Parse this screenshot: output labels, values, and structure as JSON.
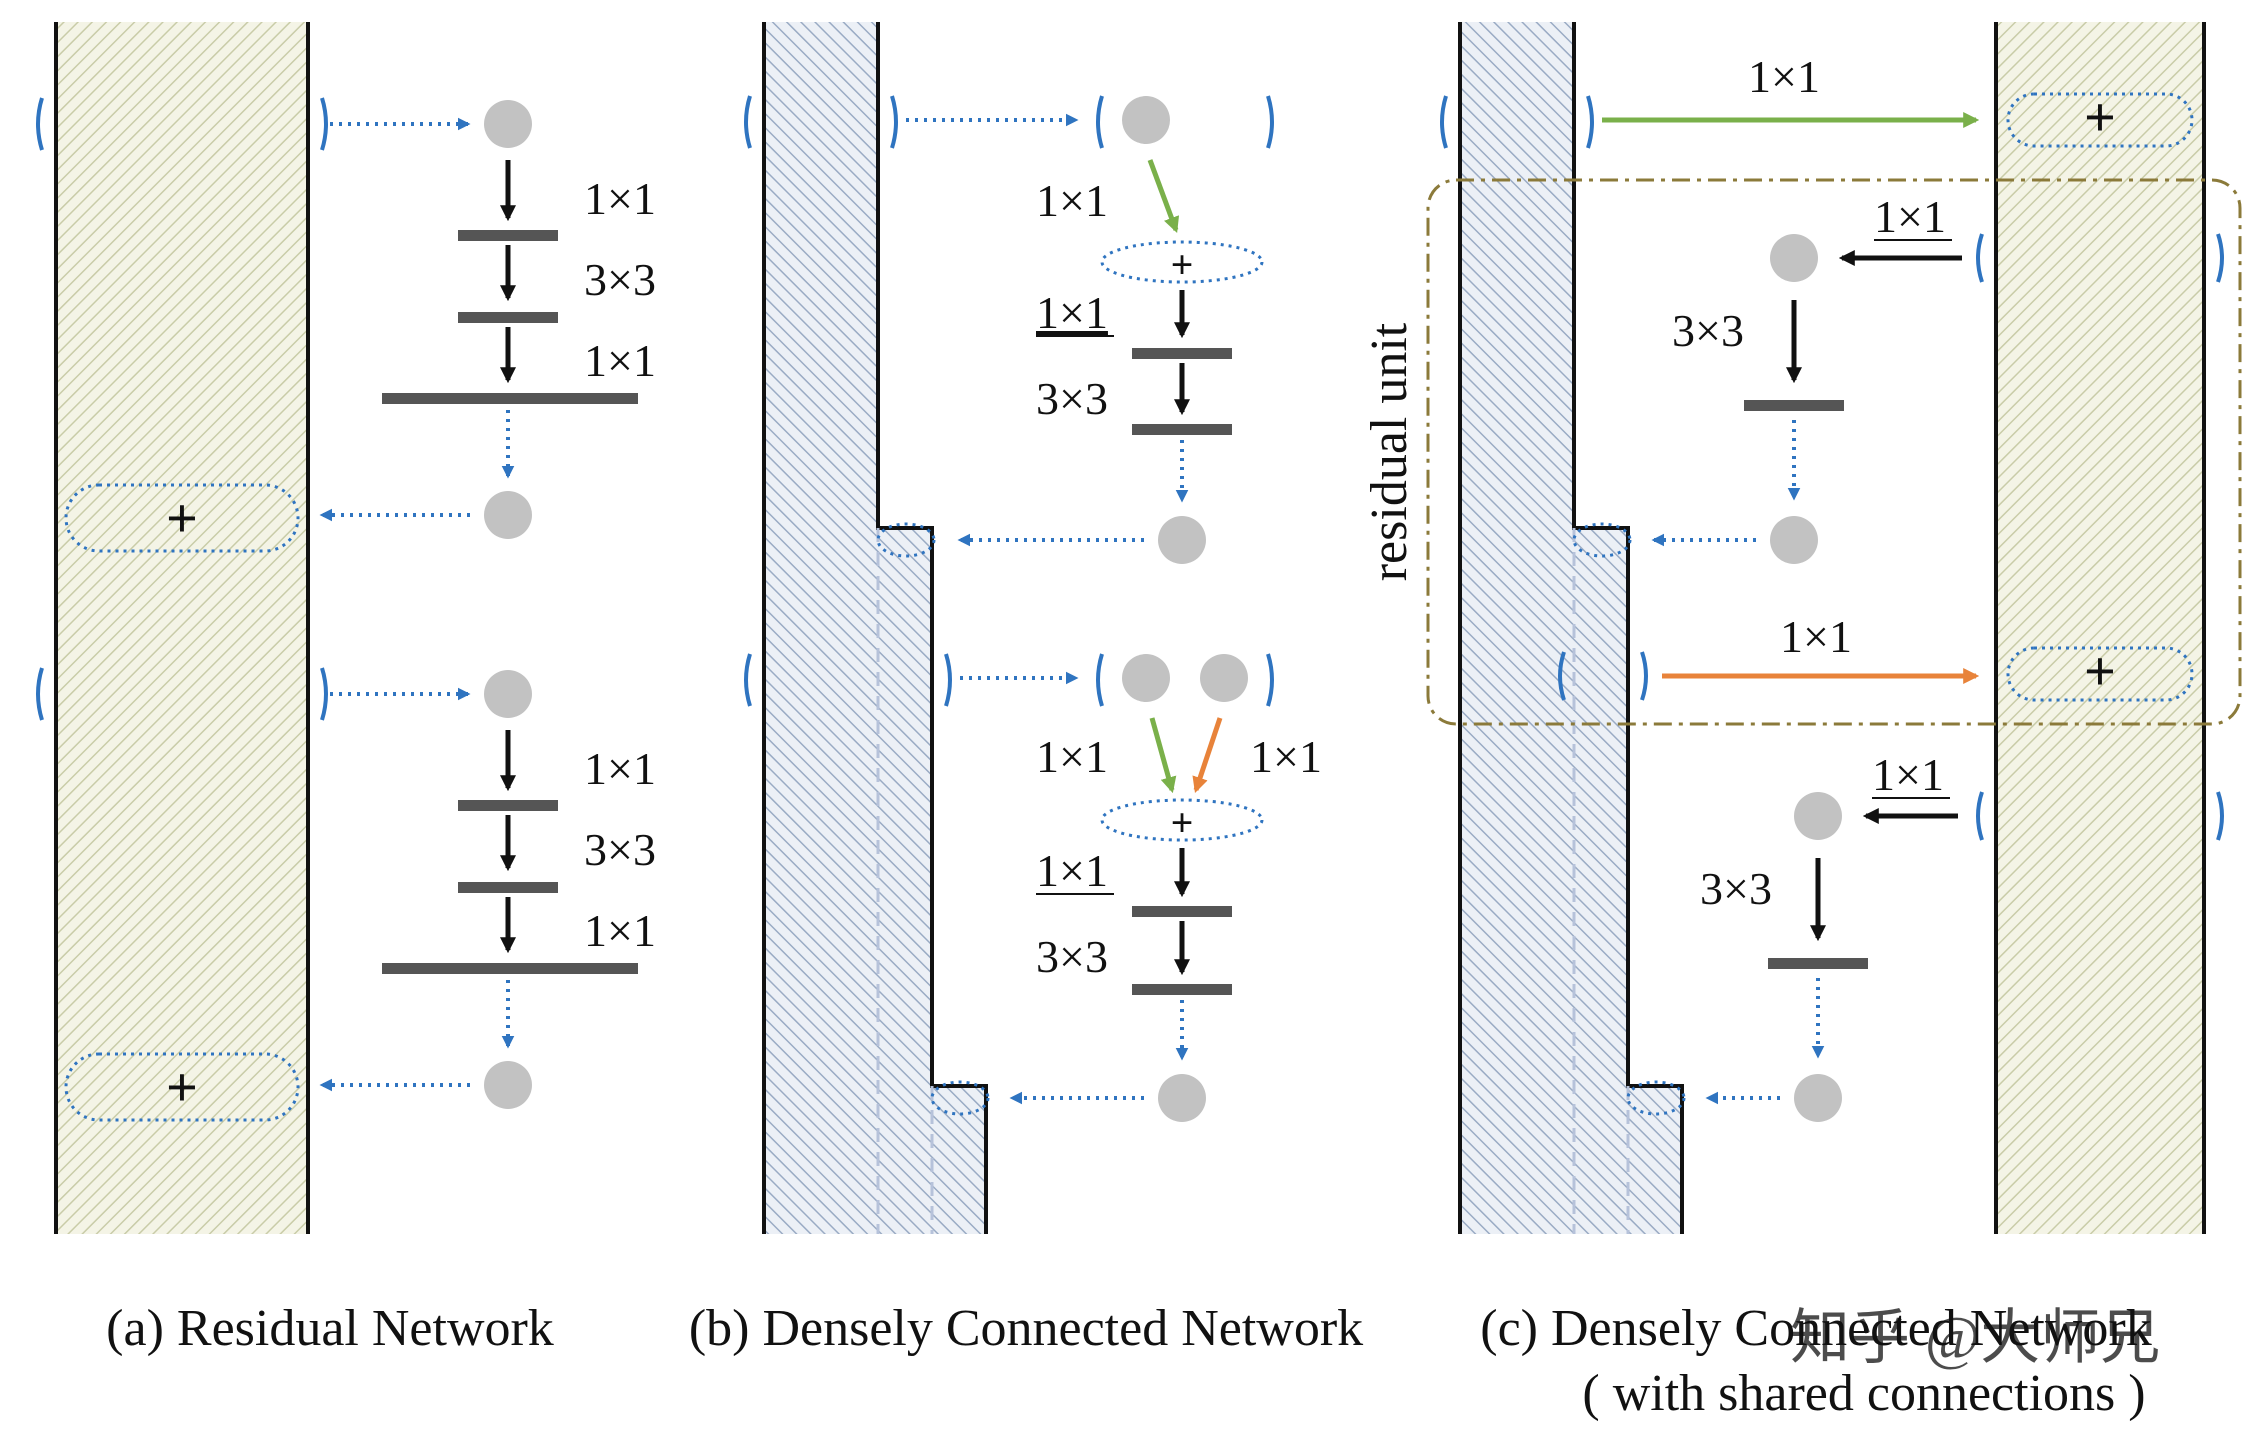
{
  "colors": {
    "skip_arrow": "#2f74c0",
    "green_arrow": "#7ab04a",
    "orange_arrow": "#e8833a",
    "node": "#c2c2c2",
    "layer_bar": "#555555",
    "bracket": "#2f74c0",
    "residual_unit_border": "#8b7a3a"
  },
  "panel_a": {
    "caption": "(a) Residual Network",
    "block1": {
      "op1": "1×1",
      "op2": "3×3",
      "op3": "1×1",
      "sum": "+"
    },
    "block2": {
      "op1": "1×1",
      "op2": "3×3",
      "op3": "1×1",
      "sum": "+"
    }
  },
  "panel_b": {
    "caption": "(b) Densely Connected Network",
    "block1": {
      "top_op": "1×1",
      "sum": "+",
      "op1": "1×1",
      "op2": "3×3"
    },
    "block2": {
      "left_op": "1×1",
      "right_op": "1×1",
      "sum": "+",
      "op1": "1×1",
      "op2": "3×3"
    }
  },
  "panel_c": {
    "caption_line1": "(c) Densely Connected Network",
    "caption_line2": "( with shared connections )",
    "residual_unit_label": "residual unit",
    "shared1": {
      "op": "1×1",
      "sum": "+"
    },
    "unit1": {
      "op1": "1×1",
      "op2": "3×3"
    },
    "shared2": {
      "op": "1×1",
      "sum": "+"
    },
    "unit2": {
      "op1": "1×1",
      "op2": "3×3"
    }
  },
  "watermark": "知乎 @大师兄"
}
